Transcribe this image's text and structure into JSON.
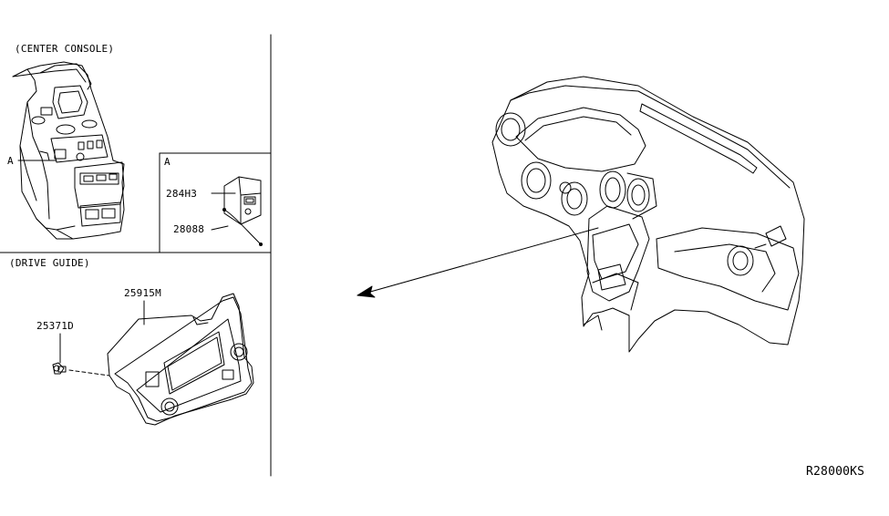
{
  "sections": {
    "center_console": {
      "title": "(CENTER CONSOLE)",
      "callout": "A"
    },
    "detail_a": {
      "title": "A"
    },
    "drive_guide": {
      "title": "(DRIVE GUIDE)"
    }
  },
  "part_labels": {
    "switch_assembly": "284H3",
    "harness": "28088",
    "guide_unit": "25915M",
    "screw": "25371D"
  },
  "diagram_code": "R28000KS"
}
